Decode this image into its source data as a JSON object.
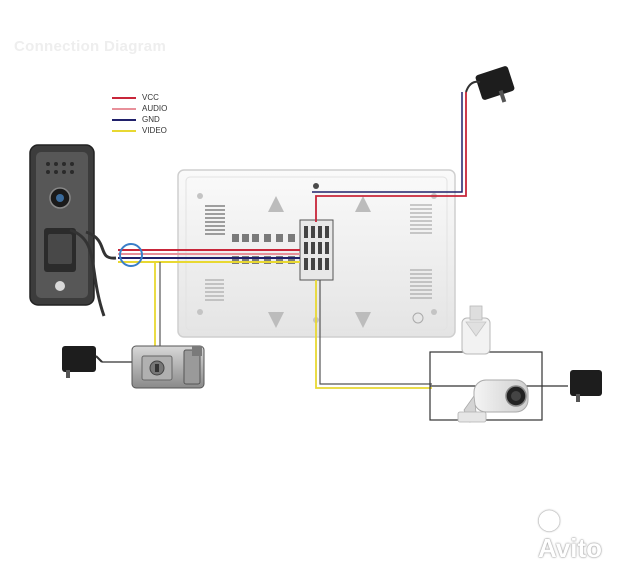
{
  "diagram": {
    "title": "Connection Diagram",
    "legend": [
      {
        "label": "VCC",
        "color": "#c8263a"
      },
      {
        "label": "AUDIO",
        "color": "#e8909a"
      },
      {
        "label": "GND",
        "color": "#20206a"
      },
      {
        "label": "VIDEO",
        "color": "#e8d832"
      }
    ],
    "wire_colors": {
      "vcc": "#c8263a",
      "audio": "#e8909a",
      "gnd": "#20206a",
      "video": "#e8d832",
      "outline": "#333333"
    },
    "components": [
      {
        "icon": "doorbell-camera-icon"
      },
      {
        "icon": "power-adapter-icon"
      },
      {
        "icon": "power-adapter-icon"
      },
      {
        "icon": "power-adapter-icon"
      },
      {
        "icon": "electric-lock-icon"
      },
      {
        "icon": "indoor-monitor-icon"
      },
      {
        "icon": "motion-sensor-icon"
      },
      {
        "icon": "cctv-camera-icon"
      }
    ]
  },
  "watermark": {
    "text": "Avito",
    "icon": "avito-logo-icon"
  }
}
